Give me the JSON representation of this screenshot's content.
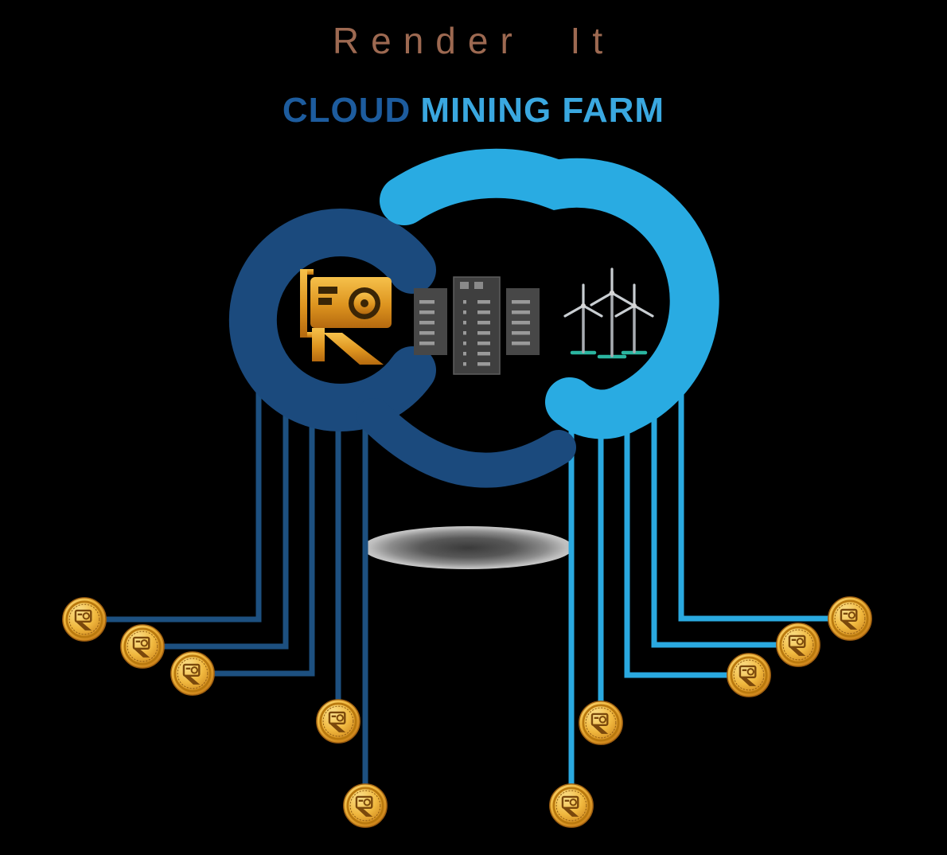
{
  "title": "Render It",
  "subtitle": {
    "primary": "CLOUD",
    "secondary": "MINING FARM"
  },
  "colors": {
    "background": "#000000",
    "title_text": "#9d6951",
    "subtitle_primary": "#1d5c9e",
    "subtitle_secondary": "#3aa8e0",
    "cloud_dark": "#1b4a7d",
    "cloud_light": "#29abe2",
    "line_dark": "#1d5080",
    "line_light": "#2aa9e0",
    "gold": "#e8a52f",
    "server_gray": "#474747",
    "turbine_teal": "#2bb5a0"
  },
  "cloud_icons": [
    "gpu-card-logo-icon",
    "server-rack-icon",
    "wind-turbine-icon"
  ],
  "coins": {
    "left_count": 5,
    "right_count": 5,
    "symbol": "render-it-coin"
  }
}
